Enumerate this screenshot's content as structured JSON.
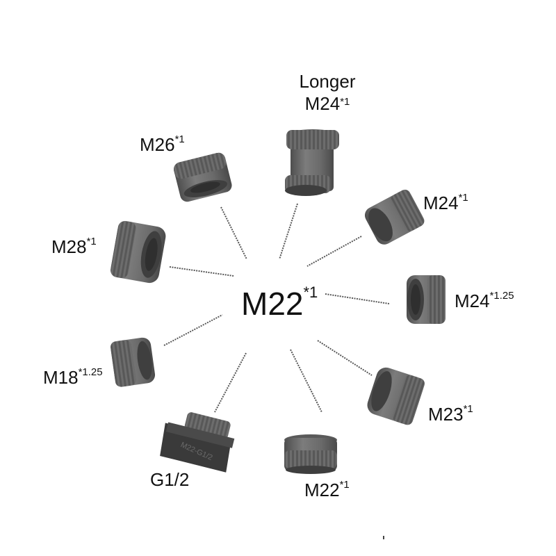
{
  "center": {
    "size": "M22",
    "pitch": "*1"
  },
  "adapters": [
    {
      "top": "Longer",
      "size": "M24",
      "pitch": "*1"
    },
    {
      "size": "M26",
      "pitch": "*1"
    },
    {
      "size": "M24",
      "pitch": "*1"
    },
    {
      "size": "M28",
      "pitch": "*1"
    },
    {
      "size": "M24",
      "pitch": "*1.25"
    },
    {
      "size": "M18",
      "pitch": "*1.25"
    },
    {
      "size": "M23",
      "pitch": "*1"
    },
    {
      "size": "G1/2",
      "pitch": ""
    },
    {
      "size": "M22",
      "pitch": "*1"
    }
  ],
  "colors": {
    "part": "#6b6b6b",
    "part_dark": "#4a4a4a",
    "part_light": "#8a8a8a",
    "wire": "#555555"
  },
  "engraving": "M22-G1/2"
}
